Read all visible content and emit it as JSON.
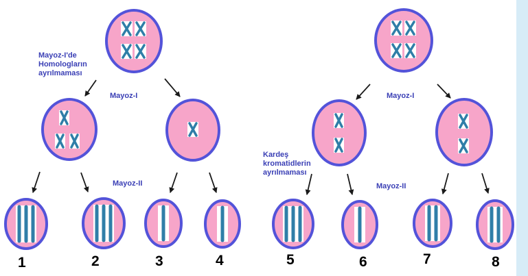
{
  "colors": {
    "cell_fill": "#f7a5c9",
    "cell_border": "#5353d9",
    "chromosome": "#2f7ea8",
    "label_text": "#3a3fb5",
    "arrow": "#1a1a1a",
    "side_panel": "#d7ecf7"
  },
  "labels": {
    "nondisjunction_meiosis1": [
      "Mayoz-I'de",
      "Homologların",
      "ayrılmaması"
    ],
    "meiosis1_left": "Mayoz-I",
    "meiosis2_left": "Mayoz-II",
    "sister_chromatid_nondisjunction": [
      "Kardeş",
      "kromatidlerin",
      "ayrılmaması"
    ],
    "meiosis1_right": "Mayoz-I",
    "meiosis2_right": "Mayoz-II"
  },
  "gamete_numbers": [
    "1",
    "2",
    "3",
    "4",
    "5",
    "6",
    "7",
    "8"
  ],
  "cells": {
    "parent_left": {
      "content": "4 duplicated chromosomes"
    },
    "parent_right": {
      "content": "4 duplicated chromosomes"
    },
    "meiosis1_left_a": {
      "content": "3 duplicated chromosomes"
    },
    "meiosis1_left_b": {
      "content": "1 duplicated chromosome"
    },
    "meiosis1_right_a": {
      "content": "2 duplicated chromosomes"
    },
    "meiosis1_right_b": {
      "content": "2 duplicated chromosomes"
    }
  },
  "gametes": [
    {
      "number": "1",
      "chromatids": 3
    },
    {
      "number": "2",
      "chromatids": 3
    },
    {
      "number": "3",
      "chromatids": 1
    },
    {
      "number": "4",
      "chromatids": 1
    },
    {
      "number": "5",
      "chromatids": 3
    },
    {
      "number": "6",
      "chromatids": 1
    },
    {
      "number": "7",
      "chromatids": 2
    },
    {
      "number": "8",
      "chromatids": 2
    }
  ]
}
